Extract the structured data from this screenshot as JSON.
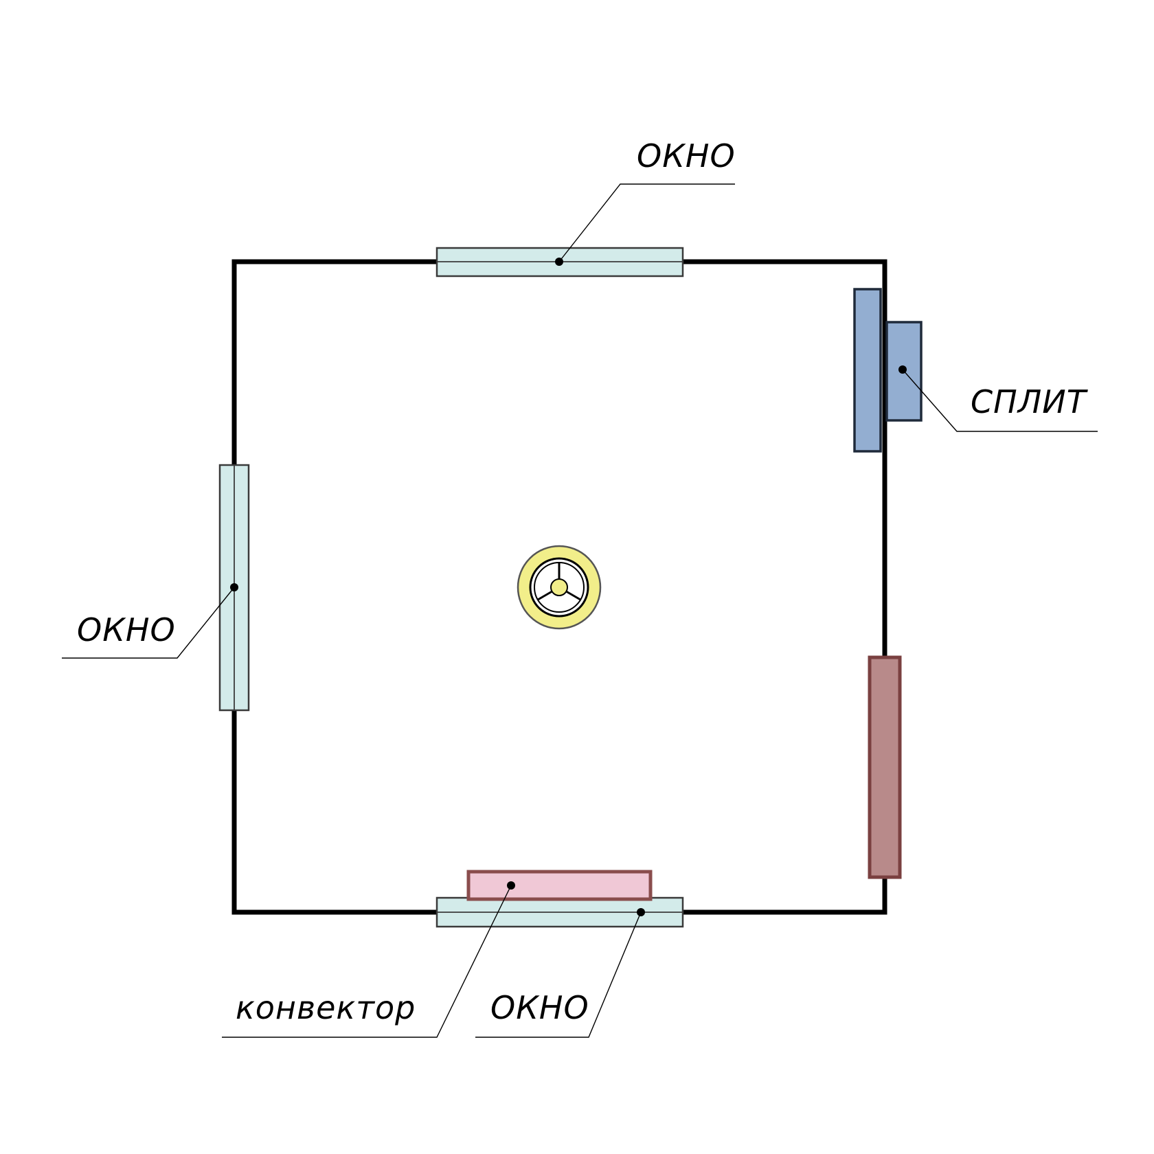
{
  "labels": {
    "window_top": "ОКНО",
    "window_left": "ОКНО",
    "window_bottom": "ОКНО",
    "split": "СПЛИТ",
    "convector": "конвектор"
  },
  "colors": {
    "wall": "#000000",
    "window_fill": "#d3ebea",
    "split_fill": "#93aed1",
    "split_stroke": "#1f2a3a",
    "convector_fill": "#f0c8d6",
    "convector_stroke": "#8a4d4d",
    "radiator_fill": "#b88a8a",
    "radiator_stroke": "#7a4040",
    "lamp_ring": "#f2ee8a",
    "lamp_stroke": "#555555"
  },
  "icons": {
    "ceiling_fixture": "ceiling-lamp-icon"
  }
}
